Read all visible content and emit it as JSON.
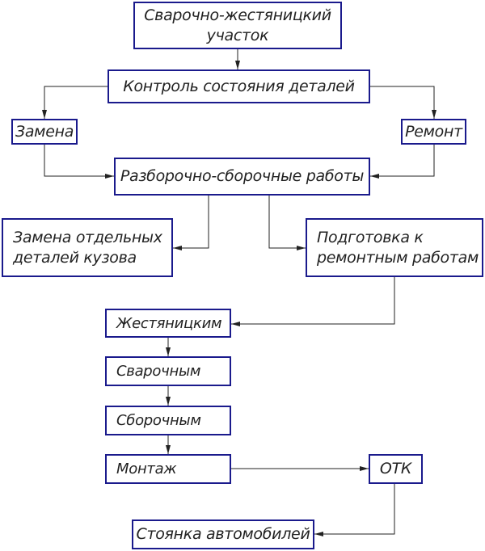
{
  "diagram": {
    "nodes": {
      "welding_section": "Сварочно-жестяницкий\nучасток",
      "parts_condition_control": "Контроль состояния деталей",
      "replacement": "Замена",
      "repair": "Ремонт",
      "disassembly_assembly": "Разборочно-сборочные работы",
      "body_parts_replacement": "Замена отдельных\nдеталей кузова",
      "repair_preparation": "Подготовка к\nремонтным работам",
      "tinsmith": "Жестяницким",
      "welding": "Сварочным",
      "assembly": "Сборочным",
      "mounting": "Монтаж",
      "qc": "ОТК",
      "parking": "Стоянка автомобилей"
    },
    "edges": [
      [
        "welding_section",
        "parts_condition_control"
      ],
      [
        "parts_condition_control",
        "replacement"
      ],
      [
        "parts_condition_control",
        "repair"
      ],
      [
        "replacement",
        "disassembly_assembly"
      ],
      [
        "repair",
        "disassembly_assembly"
      ],
      [
        "disassembly_assembly",
        "body_parts_replacement"
      ],
      [
        "disassembly_assembly",
        "repair_preparation"
      ],
      [
        "repair_preparation",
        "tinsmith"
      ],
      [
        "tinsmith",
        "welding"
      ],
      [
        "welding",
        "assembly"
      ],
      [
        "assembly",
        "mounting"
      ],
      [
        "mounting",
        "qc"
      ],
      [
        "qc",
        "parking"
      ]
    ],
    "colors": {
      "box_border": "#1a1a8c",
      "line": "#222222",
      "text": "#222222"
    }
  }
}
